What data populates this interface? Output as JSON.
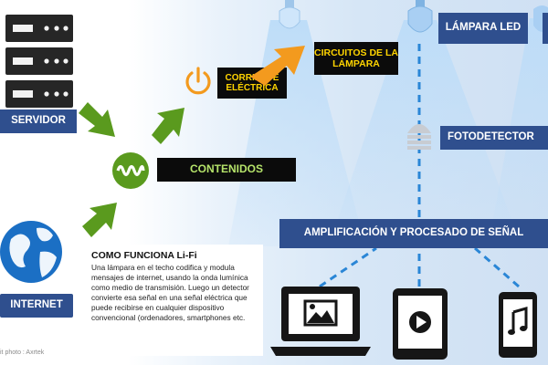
{
  "labels": {
    "servidor": "SERVIDOR",
    "internet": "INTERNET",
    "contenidos": "CONTENIDOS",
    "corriente": "CORRIENTE ELÉCTRICA",
    "circuitos": "CIRCUITOS DE LA LÁMPARA",
    "lampara": "LÁMPARA LED",
    "fotodetector": "FOTODETECTOR",
    "amplificacion": "AMPLIFICACIÓN Y PROCESADO DE SEÑAL"
  },
  "description": {
    "title": "COMO FUNCIONA Li-Fi",
    "body": "Una lámpara en el techo codifica y modula mensajes de internet, usando la onda lumínica como medio de transmisión. Luego un detector convierte esa señal en una señal eléctrica que puede recibirse en cualquier dispositivo convencional (ordenadores, smartphones etc."
  },
  "credit": "it photo : Axrtek",
  "icons": [
    "server-icon",
    "globe-icon",
    "wave-signal-icon",
    "power-icon",
    "light-bulb-icon",
    "photodetector-icon",
    "laptop-image-icon",
    "tablet-play-icon",
    "phone-music-icon"
  ],
  "colors": {
    "green_arrow": "#5a9a1e",
    "orange_arrow": "#f39a1e",
    "navy": "#2f4f8e",
    "yellow_text": "#ffd400",
    "dashed_line": "#2a86d6",
    "beam": "#bcdcf8"
  }
}
